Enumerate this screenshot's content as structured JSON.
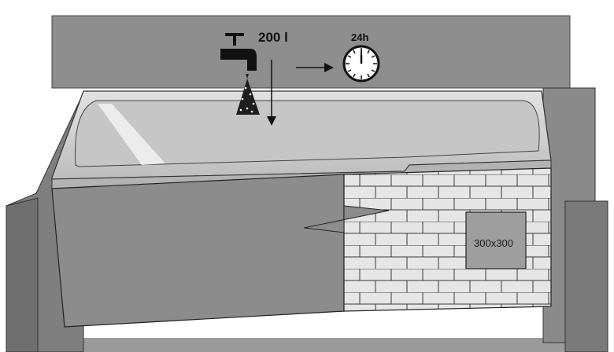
{
  "annotations": {
    "water_volume": "200 l",
    "wait_time": "24h",
    "access_hatch_size": "300x300"
  },
  "icons": {
    "faucet": "faucet-icon",
    "water_spray": "water-spray-icon",
    "arrow_down": "arrow-down-icon",
    "arrow_right": "arrow-right-icon",
    "clock": "clock-icon"
  },
  "colors": {
    "wall": "#8a8a8a",
    "tub_rim": "#d2d2d2",
    "tub_inner": "#c4c4c4",
    "panel": "#8c8c8c",
    "tile": "#e6e6e6",
    "outline": "#1a1a1a"
  }
}
